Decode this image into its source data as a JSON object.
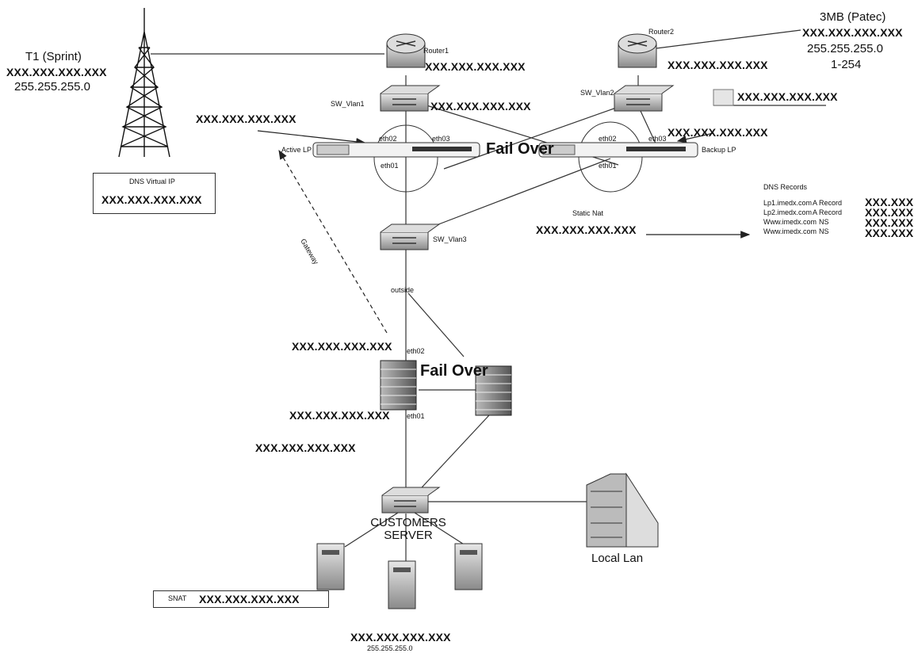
{
  "isp1": {
    "name": "T1 (Sprint)",
    "ip": "XXX.XXX.XXX.XXX",
    "mask": "255.255.255.0"
  },
  "isp2": {
    "name": "3MB (Patec)",
    "ip": "XXX.XXX.XXX.XXX",
    "mask": "255.255.255.0",
    "range": "1-254"
  },
  "router1": {
    "name": "Router1",
    "ip": "XXX.XXX.XXX.XXX"
  },
  "router2": {
    "name": "Router2",
    "ip": "XXX.XXX.XXX.XXX"
  },
  "sw_vlan1": {
    "name": "SW_Vlan1",
    "ip": "XXX.XXX.XXX.XXX"
  },
  "sw_vlan2": {
    "name": "SW_Vlan2"
  },
  "sw_vlan3": {
    "name": "SW_Vlan3"
  },
  "left_ip": "XXX.XXX.XXX.XXX",
  "gateway": "Gateway",
  "active_lp": {
    "name": "Active LP",
    "eth02": "eth02",
    "eth03": "eth03",
    "eth01": "eth01"
  },
  "backup_lp": {
    "name": "Backup LP",
    "eth02": "eth02",
    "eth03": "eth03",
    "eth01": "eth01",
    "ip": "XXX.XXX.XXX.XXX"
  },
  "failover_top": "Fail Over",
  "failover_mid": "Fail Over",
  "small_box_ip": "XXX.XXX.XXX.XXX",
  "dns_vip": {
    "title": "DNS Virtual IP",
    "ip": "XXX.XXX.XXX.XXX"
  },
  "static_nat": {
    "title": "Static Nat",
    "ip": "XXX.XXX.XXX.XXX"
  },
  "dns_records": {
    "title": "DNS Records",
    "rows": [
      {
        "host": "Lp1.imedx.com",
        "type": "A Record",
        "ip": "XXX.XXX"
      },
      {
        "host": "Lp2.imedx.com",
        "type": "A Record",
        "ip": "XXX.XXX"
      },
      {
        "host": "Www.imedx.com",
        "type": "NS",
        "ip": "XXX.XXX"
      },
      {
        "host": "Www.imedx.com",
        "type": "NS",
        "ip": "XXX.XXX"
      }
    ]
  },
  "outside": "outside",
  "fw_eth02": "eth02",
  "fw_eth01": "eth01",
  "fw_ip1": "XXX.XXX.XXX.XXX",
  "fw_ip2": "XXX.XXX.XXX.XXX",
  "fw_ip3": "XXX.XXX.XXX.XXX",
  "customers": {
    "line1": "CUSTOMERS",
    "line2": "SERVER"
  },
  "local_lan": "Local Lan",
  "snat": {
    "label": "SNAT",
    "ip": "XXX.XXX.XXX.XXX"
  },
  "server": {
    "ip": "XXX.XXX.XXX.XXX",
    "mask": "255.255.255.0"
  }
}
